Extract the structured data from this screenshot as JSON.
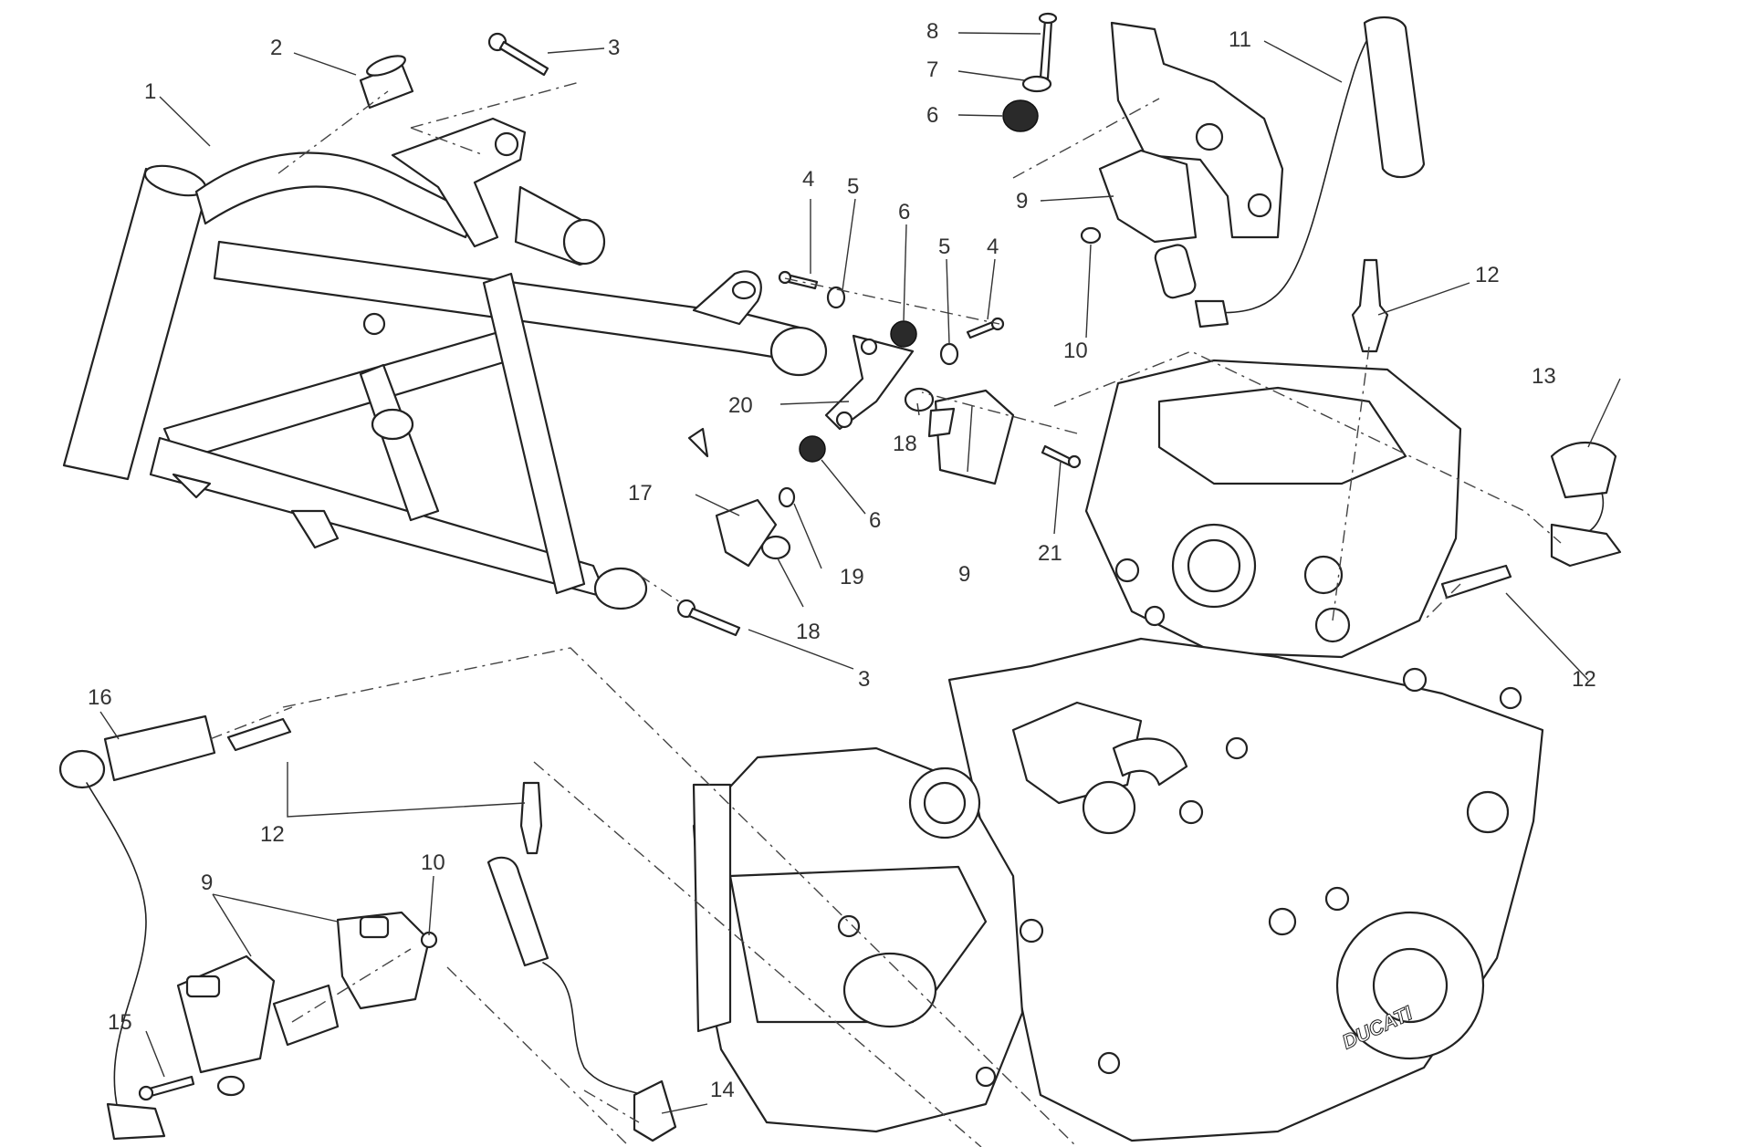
{
  "diagram": {
    "callouts": [
      {
        "id": "c1",
        "text": "1"
      },
      {
        "id": "c2",
        "text": "2"
      },
      {
        "id": "c3a",
        "text": "3"
      },
      {
        "id": "c3b",
        "text": "3"
      },
      {
        "id": "c4a",
        "text": "4"
      },
      {
        "id": "c4b",
        "text": "4"
      },
      {
        "id": "c5a",
        "text": "5"
      },
      {
        "id": "c5b",
        "text": "5"
      },
      {
        "id": "c6a",
        "text": "6"
      },
      {
        "id": "c6b",
        "text": "6"
      },
      {
        "id": "c6c",
        "text": "6"
      },
      {
        "id": "c7",
        "text": "7"
      },
      {
        "id": "c8",
        "text": "8"
      },
      {
        "id": "c9a",
        "text": "9"
      },
      {
        "id": "c9b",
        "text": "9"
      },
      {
        "id": "c9c",
        "text": "9"
      },
      {
        "id": "c10a",
        "text": "10"
      },
      {
        "id": "c10b",
        "text": "10"
      },
      {
        "id": "c11",
        "text": "11"
      },
      {
        "id": "c12a",
        "text": "12"
      },
      {
        "id": "c12b",
        "text": "12"
      },
      {
        "id": "c12c",
        "text": "12"
      },
      {
        "id": "c13",
        "text": "13"
      },
      {
        "id": "c14",
        "text": "14"
      },
      {
        "id": "c15",
        "text": "15"
      },
      {
        "id": "c16",
        "text": "16"
      },
      {
        "id": "c17",
        "text": "17"
      },
      {
        "id": "c18a",
        "text": "18"
      },
      {
        "id": "c18b",
        "text": "18"
      },
      {
        "id": "c19",
        "text": "19"
      },
      {
        "id": "c20",
        "text": "20"
      },
      {
        "id": "c21",
        "text": "21"
      }
    ],
    "engine_brand": "DUCATI"
  }
}
